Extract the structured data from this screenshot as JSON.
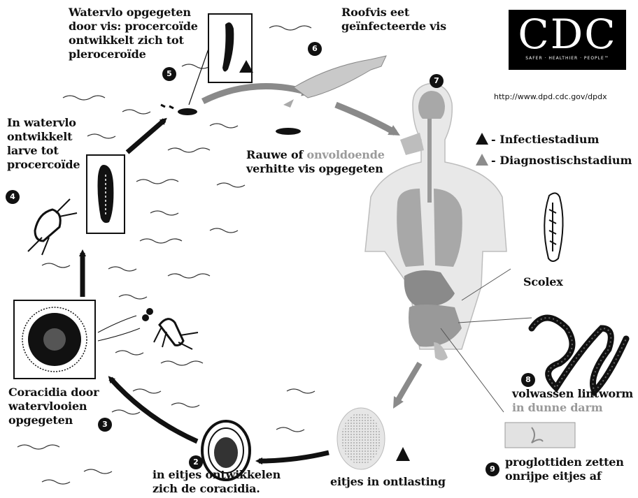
{
  "logo": {
    "text": "CDC",
    "tagline": "SAFER · HEALTHIER · PEOPLE™"
  },
  "url": "http://www.dpd.cdc.gov/dpdx",
  "legend": {
    "infective": "- Infectiestadium",
    "diagnostic": "- Diagnostischstadium"
  },
  "stages": [
    {
      "number": "2",
      "label": "in eitjes ontwikkelen\nzich de coracidia."
    },
    {
      "number": "3",
      "label": "Coracidia door\nwatervlooien\nopgegeten"
    },
    {
      "number": "4",
      "label": "In watervlo\nontwikkelt\nlarve tot\nprocercoïde"
    },
    {
      "number": "5",
      "label": "Watervlo opgegeten\ndoor vis: procercoïde\nontwikkelt zich tot\npleroceroïde"
    },
    {
      "number": "6",
      "label": "Roofvis eet\ngeïnfecteerde vis"
    },
    {
      "number": "7",
      "label": ""
    },
    {
      "number": "8",
      "label": "volwassen lintworm",
      "label_gray": "in dunne darm"
    },
    {
      "number": "9",
      "label": "proglottiden zetten\nonrijpe eitjes af"
    }
  ],
  "raw_fish": {
    "prefix": "Rauwe of ",
    "gray": "onvoldoende",
    "rest": "verhitte vis  opgegeten"
  },
  "eggs_label": "eitjes in ontlasting",
  "scolex_label": "Scolex",
  "colors": {
    "ink": "#111111",
    "gray_organ": "#a8a8a8",
    "light_body": "#e6e6e6",
    "arrow_gray": "#8a8a8a"
  }
}
